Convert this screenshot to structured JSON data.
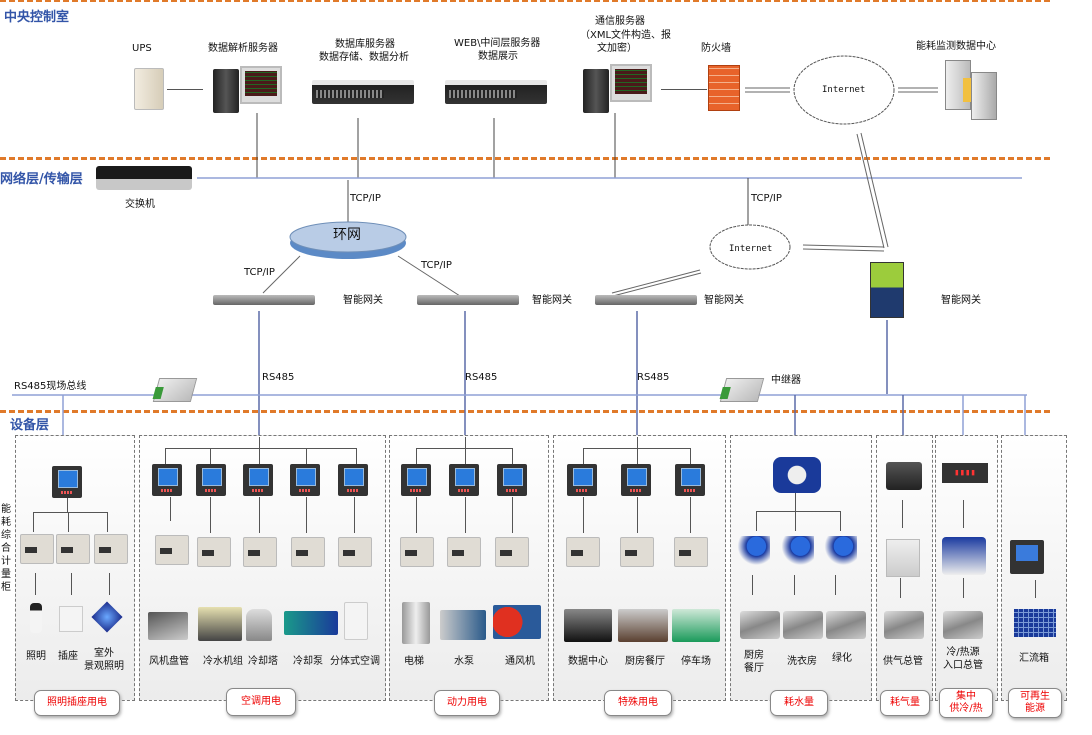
{
  "layers": {
    "central": "中央控制室",
    "network": "网络层/传输层",
    "device": "设备层"
  },
  "central_devices": {
    "ups": "UPS",
    "parse_server": "数据解析服务器",
    "db_server_l1": "数据库服务器",
    "db_server_l2": "数据存储、数据分析",
    "web_server_l1": "WEB\\中间层服务器",
    "web_server_l2": "数据展示",
    "comm_server_l1": "通信服务器",
    "comm_server_l2": "（XML文件构造、报",
    "comm_server_l3": "文加密）",
    "firewall": "防火墙",
    "internet": "Internet",
    "monitor_center": "能耗监测数据中心"
  },
  "network": {
    "switch": "交换机",
    "ring": "环网",
    "tcpip": "TCP/IP",
    "internet": "Internet",
    "gateway": "智能网关"
  },
  "field": {
    "bus": "RS485现场总线",
    "rs485": "RS485",
    "repeater": "中继器",
    "cabinet": "能耗综合计量柜"
  },
  "groups": [
    {
      "tag": "照明插座用电",
      "items": [
        "照明",
        "插座",
        "室外\n景观照明"
      ]
    },
    {
      "tag": "空调用电",
      "items": [
        "风机盘管",
        "冷水机组",
        "冷却塔",
        "冷却泵",
        "分体式空调"
      ]
    },
    {
      "tag": "动力用电",
      "items": [
        "电梯",
        "水泵",
        "通风机"
      ]
    },
    {
      "tag": "特殊用电",
      "items": [
        "数据中心",
        "厨房餐厅",
        "停车场"
      ]
    },
    {
      "tag": "耗水量",
      "items": [
        "厨房\n餐厅",
        "洗衣房",
        "绿化"
      ]
    },
    {
      "tag": "耗气量",
      "items": [
        "供气总管"
      ]
    },
    {
      "tag": "集中\n供冷/热",
      "items": [
        "冷/热源\n入口总管"
      ]
    },
    {
      "tag": "可再生\n能源",
      "items": [
        "汇流箱"
      ]
    }
  ],
  "colors": {
    "layer_divider": "#e07a2a",
    "layer_title": "#3355a8",
    "bus_line": "#8fa0d6",
    "tag_text": "#e00000"
  }
}
